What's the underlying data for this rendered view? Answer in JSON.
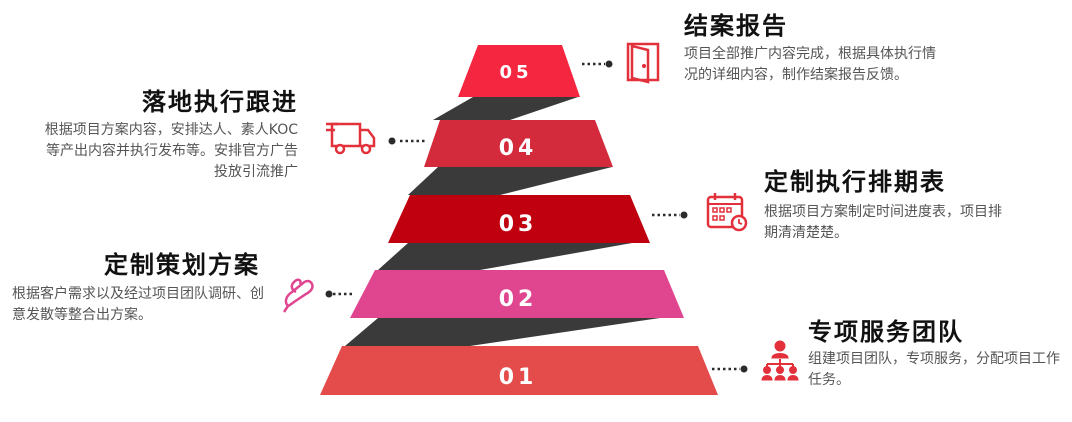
{
  "colors": {
    "tier_05": "#f5263f",
    "tier_04": "#d42b3c",
    "tier_03": "#c0000e",
    "tier_02": "#e04590",
    "tier_01": "#e34c4a",
    "band": "#3a3a3a",
    "dots": "#2b2b2b",
    "icon": "#e3313c",
    "icon_pink": "#e04590"
  },
  "tiers": [
    {
      "number": "05",
      "title": "结案报告",
      "description": "项目全部推广内容完成，根据具体执行情况的详细内容，制作结案报告反馈。",
      "icon": "door-icon"
    },
    {
      "number": "04",
      "title": "落地执行跟进",
      "description": "根据项目方案内容，安排达人、素人KOC等产出内容并执行发布等。安排官方广告投放引流推广",
      "icon": "truck-icon"
    },
    {
      "number": "03",
      "title": "定制执行排期表",
      "description": "根据项目方案制定时间进度表，项目排期清清楚楚。",
      "icon": "calendar-icon"
    },
    {
      "number": "02",
      "title": "定制策划方案",
      "description": "根据客户需求以及经过项目团队调研、创意发散等整合出方案。",
      "icon": "pen-icon"
    },
    {
      "number": "01",
      "title": "专项服务团队",
      "description": "组建项目团队，专项服务，分配项目工作任务。",
      "icon": "team-icon"
    }
  ]
}
